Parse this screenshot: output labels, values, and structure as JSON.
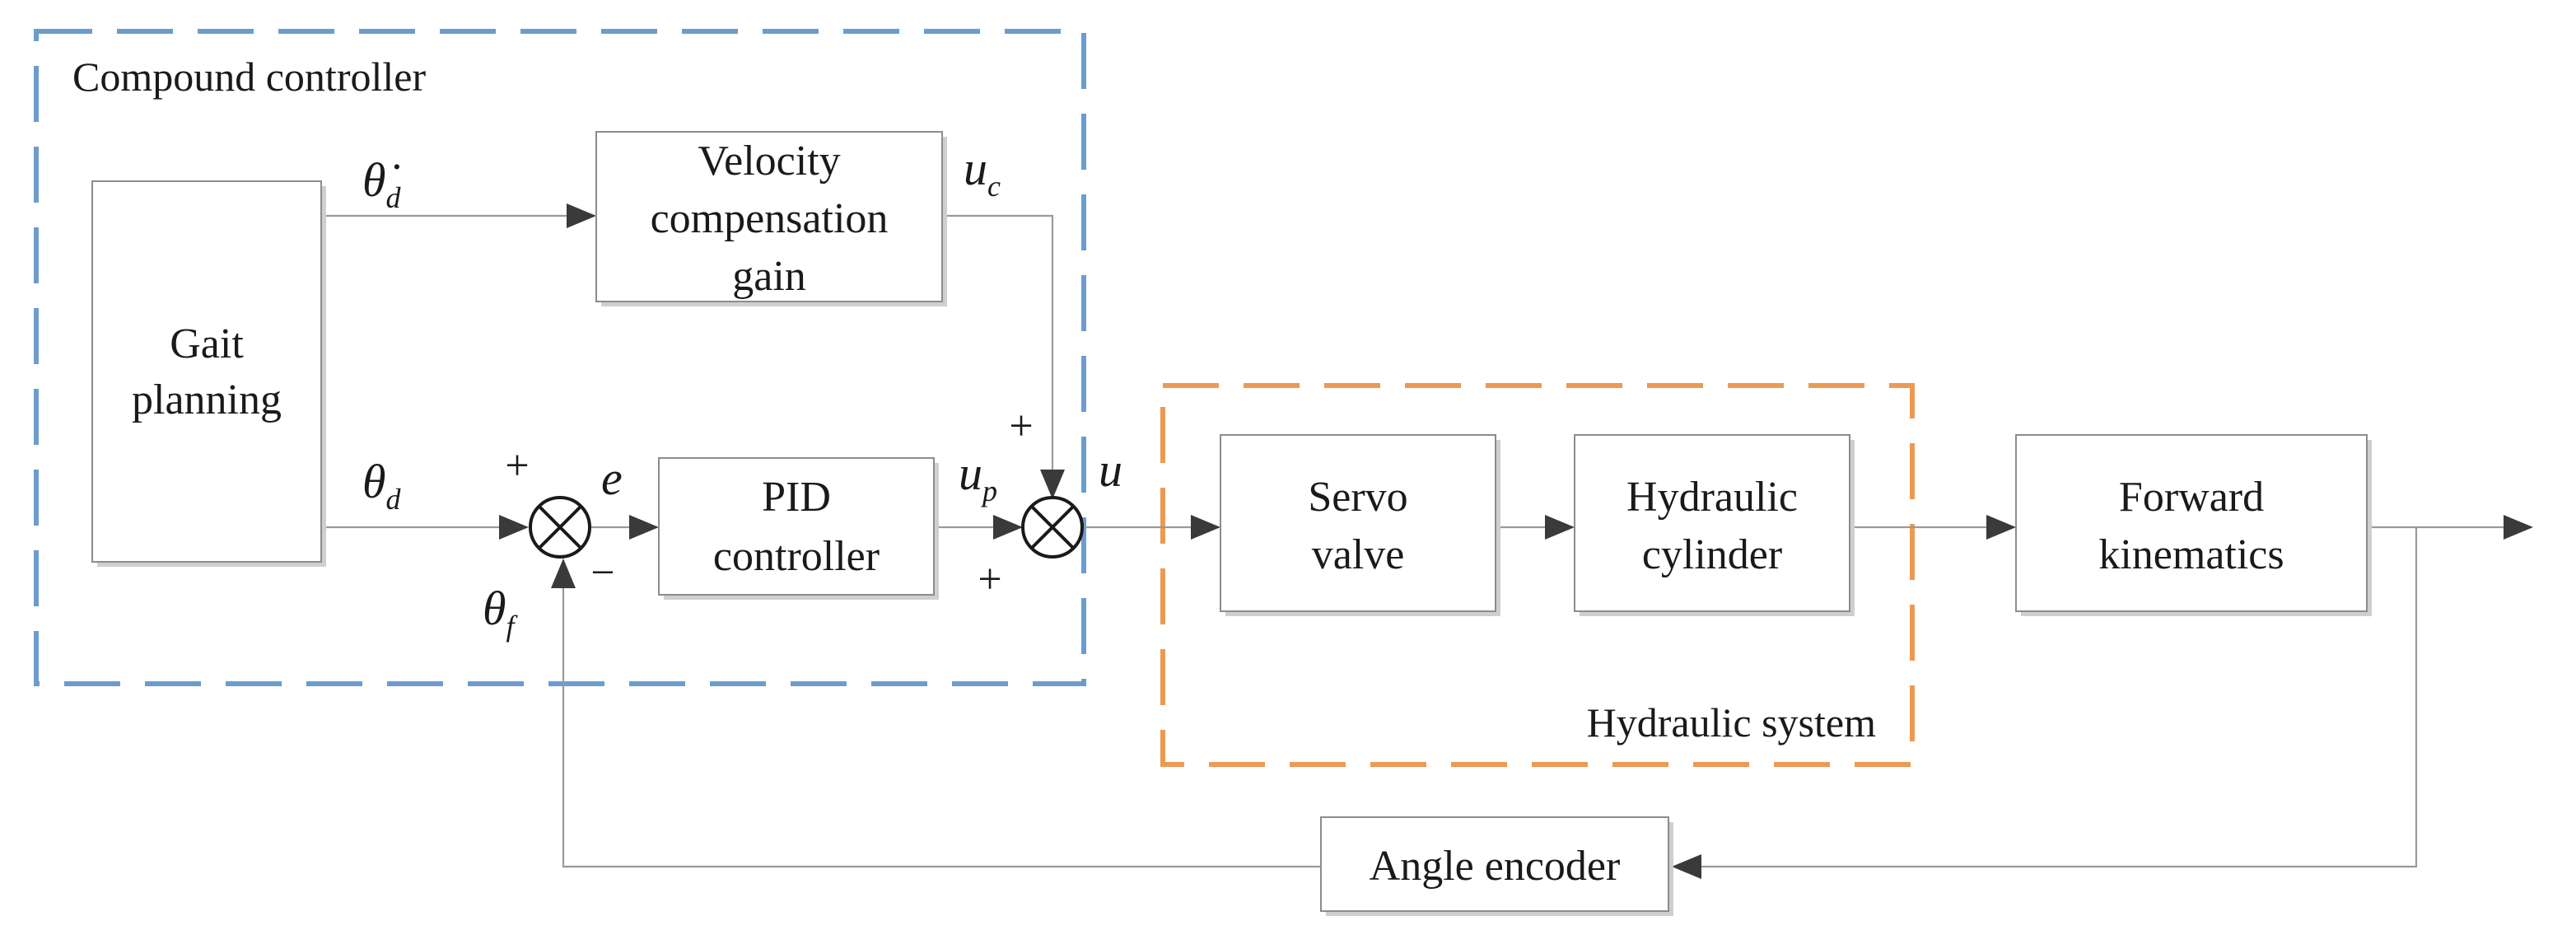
{
  "groups": {
    "compound_controller": "Compound controller",
    "hydraulic_system": "Hydraulic system"
  },
  "blocks": {
    "gait_planning": [
      "Gait",
      "planning"
    ],
    "velocity_compensation_gain": [
      "Velocity",
      "compensation",
      "gain"
    ],
    "pid_controller": [
      "PID",
      "controller"
    ],
    "servo_valve": [
      "Servo",
      "valve"
    ],
    "hydraulic_cylinder": [
      "Hydraulic",
      "cylinder"
    ],
    "forward_kinematics": [
      "Forward",
      "kinematics"
    ],
    "angle_encoder": [
      "Angle encoder"
    ]
  },
  "signals": {
    "theta_d_dot": {
      "main": "θ̇",
      "sub": "d"
    },
    "theta_d": {
      "main": "θ",
      "sub": "d"
    },
    "theta_f": {
      "main": "θ",
      "sub": "f"
    },
    "e": {
      "main": "e"
    },
    "u_c": {
      "main": "u",
      "sub": "c"
    },
    "u_p": {
      "main": "u",
      "sub": "p"
    },
    "u": {
      "main": "u"
    }
  },
  "signs": {
    "sum1_plus": "+",
    "sum1_minus": "−",
    "sum2_top_plus": "+",
    "sum2_bottom_plus": "+"
  },
  "colors": {
    "compound_controller_border": "#6c9ccc",
    "hydraulic_system_border": "#ec9a52",
    "wire": "#9a9a9a",
    "text": "#1a1a1a"
  }
}
